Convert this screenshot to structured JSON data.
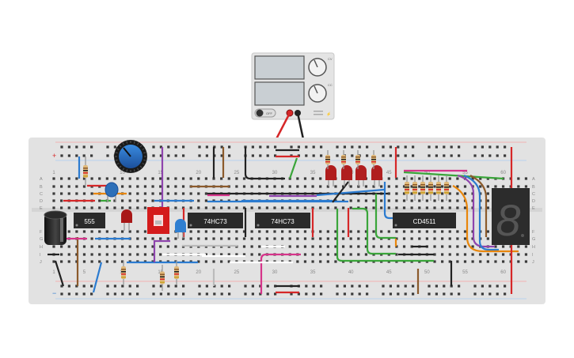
{
  "power_supply": {
    "knob1_label": "CV",
    "knob2_label": "CC",
    "switch_label": "OFF"
  },
  "breadboard": {
    "column_numbers": [
      "1",
      "5",
      "10",
      "15",
      "20",
      "25",
      "30",
      "35",
      "40",
      "45",
      "50",
      "55",
      "60"
    ],
    "row_letters_top": [
      "A",
      "B",
      "C",
      "D",
      "E"
    ],
    "row_letters_bottom": [
      "F",
      "G",
      "H",
      "I",
      "J"
    ],
    "rail_plus": "+",
    "rail_minus": "−"
  },
  "chips": {
    "timer": "555",
    "counter_a": "74HC73",
    "counter_b": "74HC73",
    "decoder": "CD4511"
  },
  "display": {
    "digit": "8"
  },
  "colors": {
    "board": "#e2e2e2",
    "hole": "#3a3a3a",
    "wire_red": "#d62728",
    "wire_blue": "#2b7bd0",
    "wire_green": "#3aa53a",
    "wire_purple": "#8e44ad",
    "wire_orange": "#e8860b",
    "wire_brown": "#8b5a2b",
    "wire_black": "#222222",
    "wire_magenta": "#d6348a",
    "chip": "#2a2a2a",
    "led_red": "#b01e1e"
  }
}
